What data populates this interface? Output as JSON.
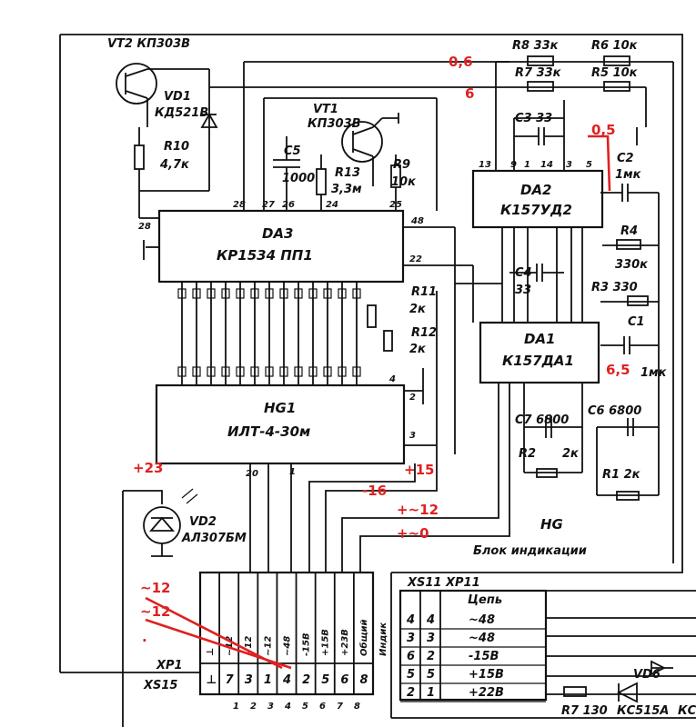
{
  "components": {
    "vt2": "VT2 КП303В",
    "vd1": "VD1",
    "vd1_type": "КД521В",
    "r10": "R10",
    "r10_val": "4,7к",
    "vt1": "VT1",
    "vt1_type": "КП303В",
    "c5": "C5",
    "c5_val": "1000",
    "r13": "R13",
    "r13_val": "3,3м",
    "r9": "R9",
    "r9_val": "10к",
    "r8": "R8 33к",
    "r6": "R6 10к",
    "r7": "R7 33к",
    "r5": "R5 10к",
    "c3": "C3 33",
    "c2": "C2",
    "c2_val": "1мк",
    "r4": "R4",
    "r4_val": "330к",
    "c4": "C4",
    "c4_val": "33",
    "r3": "R3 330",
    "c1": "C1",
    "c1_val": "1мк",
    "r11": "R11",
    "r11_val": "2к",
    "r12": "R12",
    "r12_val": "2к",
    "c7": "C7 6800",
    "c6": "C6 6800",
    "r2": "R2",
    "r2_val": "2к",
    "r1": "R1 2к",
    "vd2": "VD2",
    "vd2_type": "АЛ307БМ",
    "vd6": "VD6",
    "r7b": "R7 130",
    "kc": "КС515А",
    "kc2": "КС"
  },
  "blocks": {
    "da3_title": "DA3",
    "da3_type": "КР1534 ПП1",
    "da2_title": "DA2",
    "da2_type": "К157УД2",
    "da1_title": "DA1",
    "da1_type": "К157ДА1",
    "hg1_title": "HG1",
    "hg1_type": "ИЛТ-4-30м",
    "unit_title": "HG",
    "unit_subtitle": "Блок индикации"
  },
  "connectors": {
    "xp1": "XP1",
    "xs15": "XS15",
    "xs_xp": "XS11  XP11",
    "header_label": "Цепь",
    "xp1_pins": [
      "⊥",
      "7",
      "3",
      "1",
      "4",
      "2",
      "5",
      "6",
      "8"
    ],
    "xp1_bottom_pins": [
      "1",
      "2",
      "3",
      "4",
      "5",
      "6",
      "7",
      "8"
    ],
    "xp1_wire_labels": [
      "⊥",
      "~12",
      "~12",
      "~12",
      "~48",
      "-15В",
      "+15В",
      "+23В",
      "Общий",
      "Индик"
    ],
    "right_rows": [
      {
        "n1": "4",
        "n2": "4",
        "label": "~48"
      },
      {
        "n1": "3",
        "n2": "3",
        "label": "~48"
      },
      {
        "n1": "6",
        "n2": "2",
        "label": "-15В"
      },
      {
        "n1": "5",
        "n2": "5",
        "label": "+15В"
      },
      {
        "n1": "2",
        "n2": "1",
        "label": "+22В"
      }
    ]
  },
  "pins": {
    "da3_left": "28",
    "da3_27": "27",
    "da3_26": "26",
    "da3_24": "24",
    "da3_25": "25",
    "da3_22": "22",
    "da3_48": "48",
    "da2_top": [
      "13",
      "9",
      "1",
      "14",
      "3",
      "5"
    ],
    "hg_pin2": "2",
    "hg_pin3": "3",
    "hg_pin4": "4",
    "hg_pin20": "20",
    "hg_pin1": "1"
  },
  "annotations": {
    "a06": "0,6",
    "a6": "6",
    "a05": "0,5",
    "a65": "6,5",
    "a23": "+23",
    "a15": "+15",
    "am16": "-16",
    "a12": "+~12",
    "a0": "+~0",
    "t12a": "~12",
    "t12b": "~12",
    "tdot": "."
  }
}
